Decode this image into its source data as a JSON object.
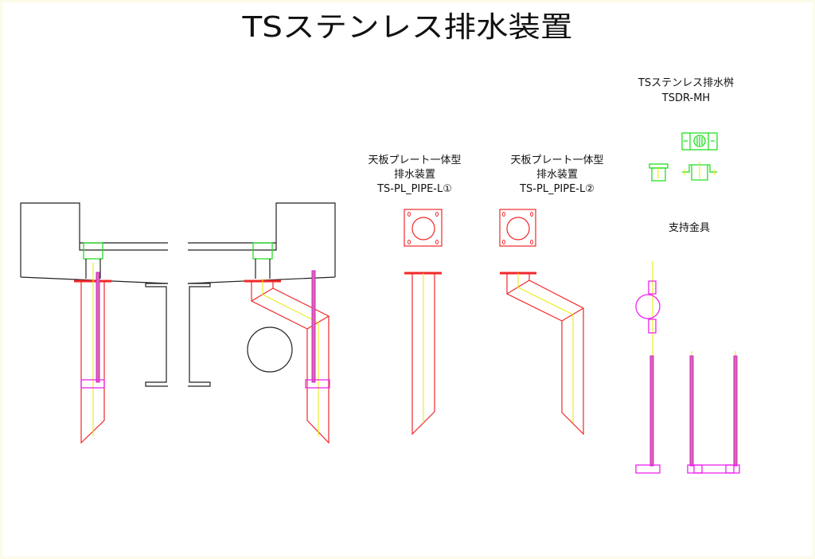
{
  "title": "TSステンレス排水装置",
  "pipe1": {
    "line1": "天板プレート一体型",
    "line2": "排水装置",
    "model": "TS-PL_PIPE-L①"
  },
  "pipe2": {
    "line1": "天板プレート一体型",
    "line2": "排水装置",
    "model": "TS-PL_PIPE-L②"
  },
  "basin": {
    "name": "TSステンレス排水桝",
    "model": "TSDR-MH"
  },
  "bracket": {
    "name": "支持金具"
  },
  "colors": {
    "structure": "#222222",
    "pipe": "#f0282a",
    "centerline": "#e8e800",
    "fitting": "#22e022",
    "bracket": "#ee22ee"
  }
}
